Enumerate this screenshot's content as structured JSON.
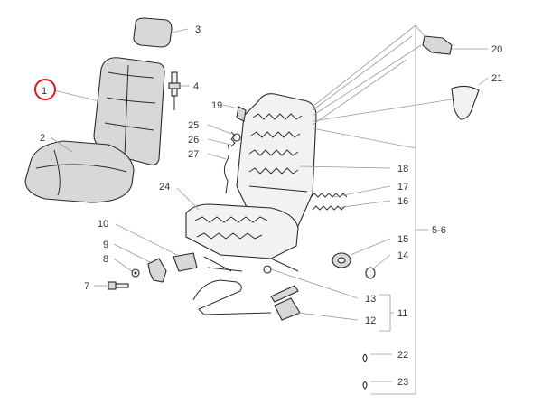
{
  "labels": {
    "l1": "1",
    "l2": "2",
    "l3": "3",
    "l4": "4",
    "l5_6": "5-6",
    "l7": "7",
    "l8": "8",
    "l9": "9",
    "l10": "10",
    "l11": "11",
    "l12": "12",
    "l13": "13",
    "l14": "14",
    "l15": "15",
    "l16": "16",
    "l17": "17",
    "l18": "18",
    "l19": "19",
    "l20": "20",
    "l21": "21",
    "l22": "22",
    "l23": "23",
    "l24": "24",
    "l25": "25",
    "l26": "26",
    "l27": "27"
  },
  "highlight": {
    "part": "1",
    "color": "#e0141e"
  },
  "colors": {
    "leader": "#9a9a9a",
    "outline": "#2a2a2a",
    "fabric": "#d8d8d8"
  }
}
